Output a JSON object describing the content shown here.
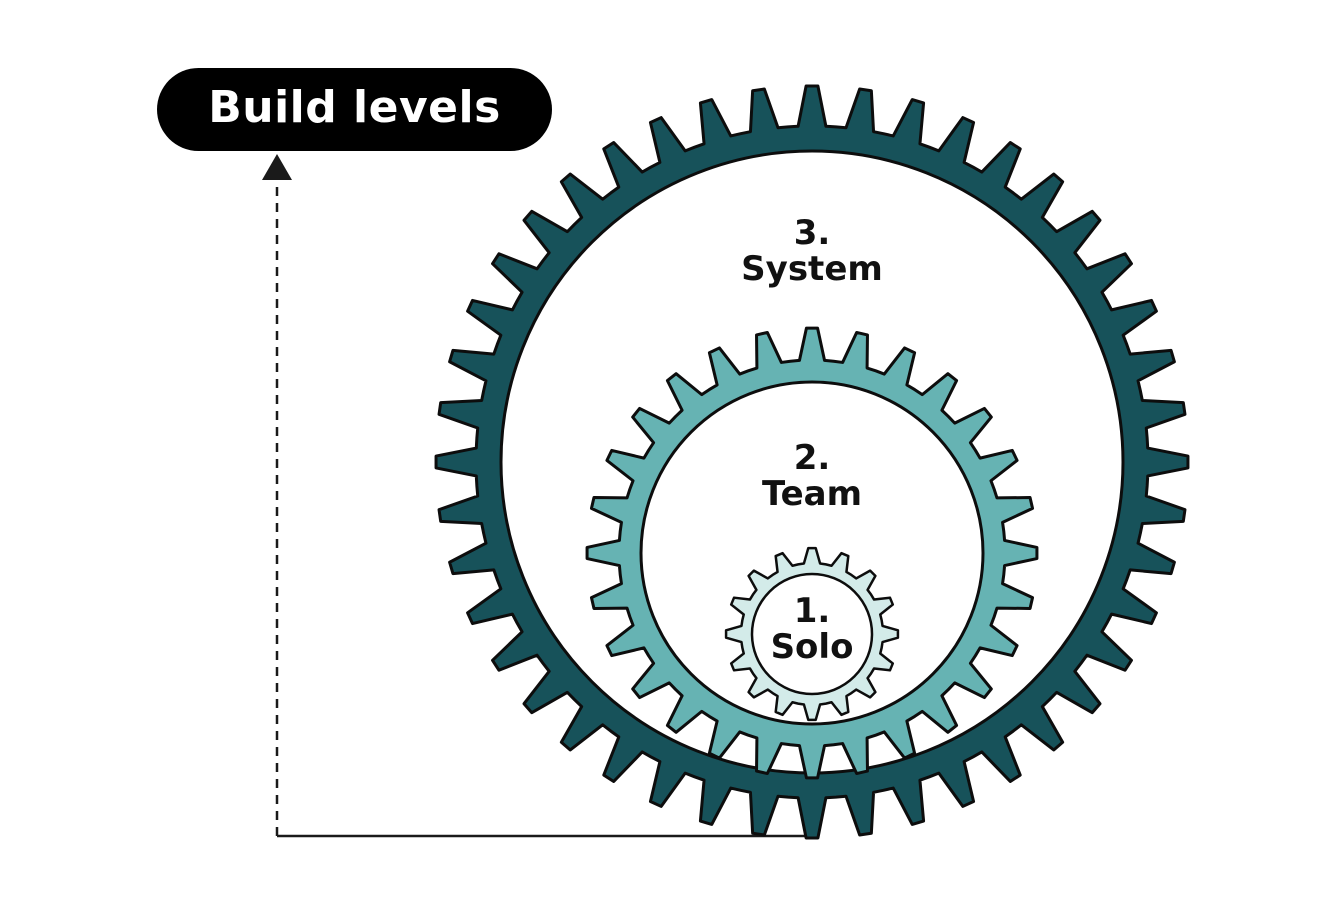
{
  "title": "Build levels",
  "colors": {
    "system_gear": "#17525a",
    "team_gear": "#66b3b3",
    "solo_gear": "#d3ebe9",
    "outline": "#0d0d0d",
    "title_bg": "#000000",
    "title_text": "#ffffff",
    "arrow": "#1a1a1a"
  },
  "levels": [
    {
      "number": "3.",
      "name": "System"
    },
    {
      "number": "2.",
      "name": "Team"
    },
    {
      "number": "1.",
      "name": "Solo"
    }
  ]
}
